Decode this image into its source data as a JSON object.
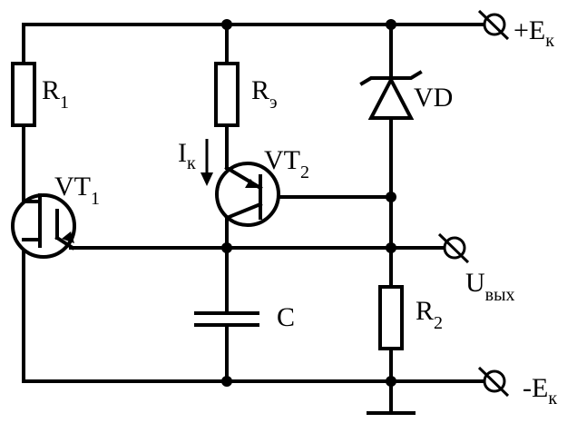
{
  "diagram": {
    "terminals": {
      "plus_e": {
        "sign": "+E",
        "sub": "к"
      },
      "minus_e": {
        "sign": "-E",
        "sub": "к"
      },
      "u_out": {
        "main": "U",
        "sub": "вых"
      }
    },
    "components": {
      "r1": {
        "main": "R",
        "sub": "1"
      },
      "re": {
        "main": "R",
        "sub": "э"
      },
      "r2": {
        "main": "R",
        "sub": "2"
      },
      "vd": {
        "main": "VD"
      },
      "vt1": {
        "main": "VT",
        "sub": "1"
      },
      "vt2": {
        "main": "VT",
        "sub": "2"
      },
      "c": {
        "main": "C"
      },
      "ik": {
        "main": "I",
        "sub": "к"
      }
    }
  }
}
